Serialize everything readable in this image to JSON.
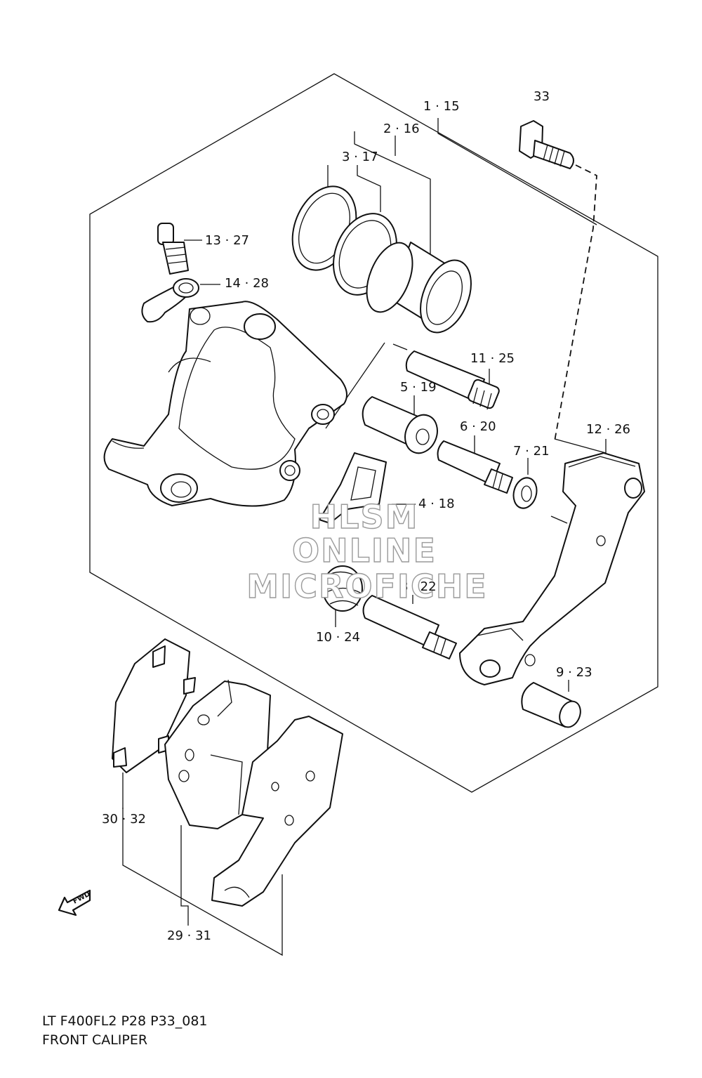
{
  "callouts": [
    {
      "id": "c1",
      "text": "1 · 15"
    },
    {
      "id": "c2",
      "text": "2 · 16"
    },
    {
      "id": "c3",
      "text": "3 · 17"
    },
    {
      "id": "c33",
      "text": "33"
    },
    {
      "id": "c13",
      "text": "13 · 27"
    },
    {
      "id": "c14",
      "text": "14 · 28"
    },
    {
      "id": "c11",
      "text": "11 · 25"
    },
    {
      "id": "c5",
      "text": "5 · 19"
    },
    {
      "id": "c12",
      "text": "12 · 26"
    },
    {
      "id": "c6",
      "text": "6 · 20"
    },
    {
      "id": "c7",
      "text": "7 · 21"
    },
    {
      "id": "c4",
      "text": "4 · 18"
    },
    {
      "id": "c8",
      "text": "8 · 22"
    },
    {
      "id": "c10",
      "text": "10 · 24"
    },
    {
      "id": "c9",
      "text": "9 · 23"
    },
    {
      "id": "c30",
      "text": "30 · 32"
    },
    {
      "id": "c29",
      "text": "29 · 31"
    }
  ],
  "watermark": {
    "line1": "HLSM",
    "line2": "ONLINE",
    "line3": "MICROFICHE"
  },
  "fwd_label": "FWD",
  "caption": {
    "model": "LT F400FL2 P28 P33_081",
    "title": "FRONT CALIPER"
  }
}
